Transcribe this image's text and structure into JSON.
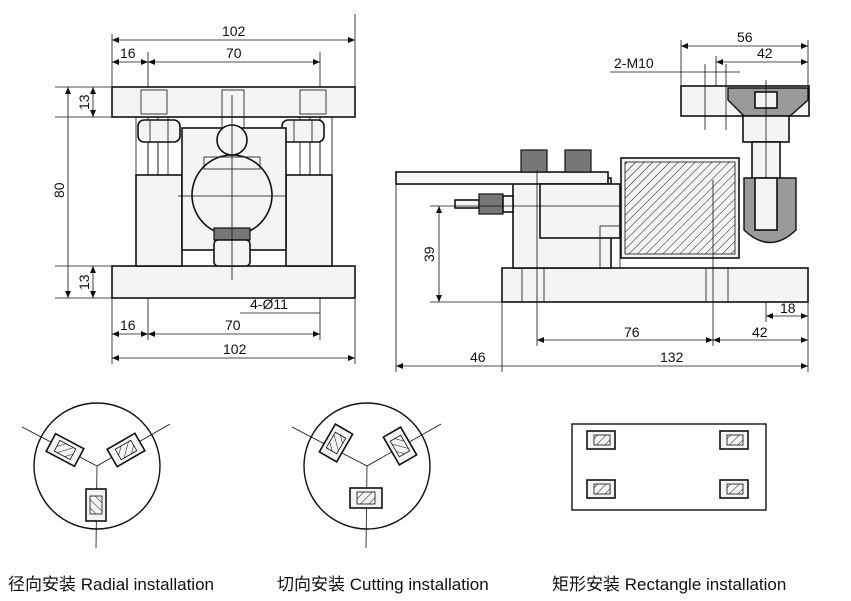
{
  "front_view": {
    "dims": {
      "top_total": "102",
      "top_left": "16",
      "top_center": "70",
      "top_plate_thickness": "13",
      "height": "80",
      "bottom_plate_thickness": "13",
      "holes": "4-Ø11",
      "bottom_left": "16",
      "bottom_center": "70",
      "bottom_total": "102"
    }
  },
  "side_view": {
    "dims": {
      "top_total": "56",
      "top_inner": "42",
      "thread": "2-M10",
      "height": "39",
      "right_offset": "18",
      "center_span": "76",
      "right_span": "42",
      "left_offset": "46",
      "total_length": "132"
    }
  },
  "installations": [
    {
      "cn": "径向安装",
      "en": "Radial installation"
    },
    {
      "cn": "切向安装",
      "en": "Cutting installation"
    },
    {
      "cn": "矩形安装",
      "en": "Rectangle installation"
    }
  ]
}
